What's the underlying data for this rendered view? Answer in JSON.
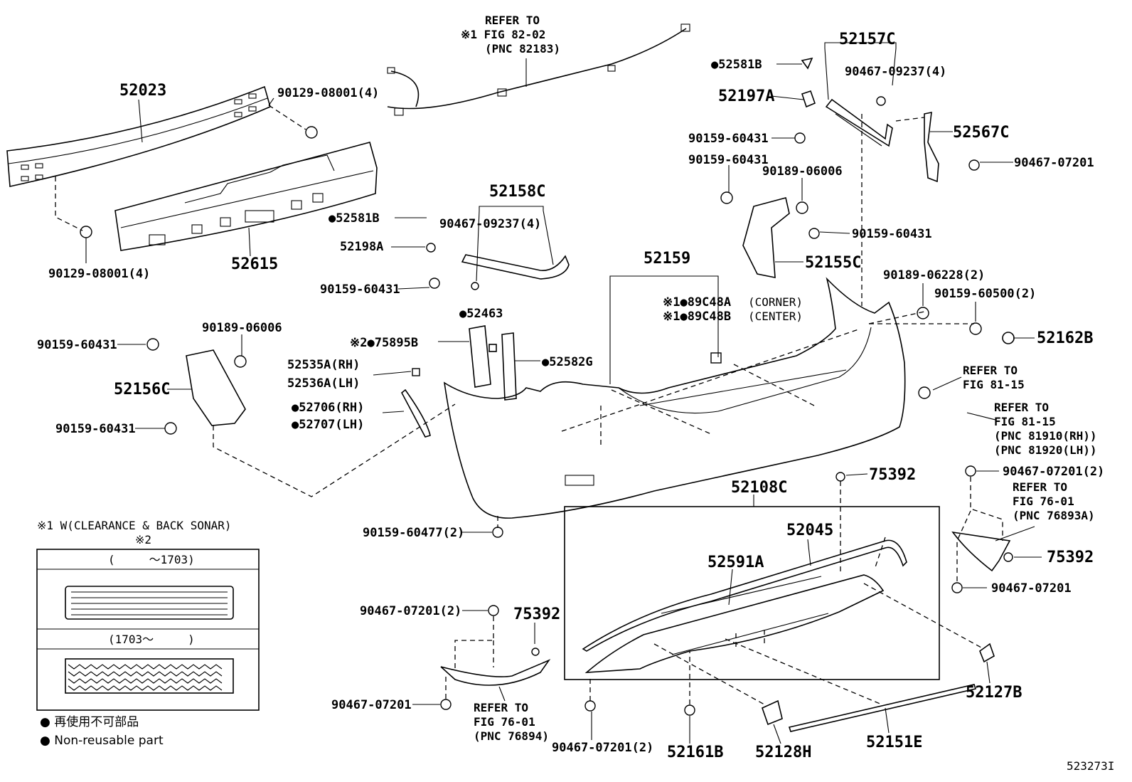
{
  "labels": {
    "p52023": "52023",
    "p90129a": "90129-08001(4)",
    "p90129b": "90129-08001(4)",
    "p52615": "52615",
    "ref82_1": "REFER TO",
    "ref82_2": "※1 FIG 82-02",
    "ref82_3": "(PNC 82183)",
    "p52157C": "52157C",
    "p52581B_top": "●52581B",
    "p90467_09237_top": "90467-09237(4)",
    "p52197A": "52197A",
    "p90159_a": "90159-60431",
    "p52567C": "52567C",
    "p90159_b": "90159-60431",
    "p90189_06006_top": "90189-06006",
    "p90467_07201_r": "90467-07201",
    "p90159_c": "90159-60431",
    "p52155C": "52155C",
    "p52158C": "52158C",
    "p52581B_mid": "●52581B",
    "p90467_09237_mid": "90467-09237(4)",
    "p52198A": "52198A",
    "p90159_d": "90159-60431",
    "p52159": "52159",
    "p89C48A": "※1●89C48A",
    "p89C48A_sub": "(CORNER)",
    "p89C48B": "※1●89C48B",
    "p89C48B_sub": "(CENTER)",
    "p90189_06228": "90189-06228(2)",
    "p90159_60500": "90159-60500(2)",
    "p52162B": "52162B",
    "p52463": "●52463",
    "p75895B": "※2●75895B",
    "p52582G": "●52582G",
    "p90159_e": "90159-60431",
    "p90189_06006_l": "90189-06006",
    "p52156C": "52156C",
    "p90159_f": "90159-60431",
    "p52535A": "52535A(RH)",
    "p52536A": "52536A(LH)",
    "p52706": "●52706(RH)",
    "p52707": "●52707(LH)",
    "ref8115a_1": "REFER TO",
    "ref8115a_2": "FIG 81-15",
    "ref8115b_1": "REFER TO",
    "ref8115b_2": "FIG 81-15",
    "ref8115b_3": "(PNC 81910(RH))",
    "ref8115b_4": "(PNC 81920(LH))",
    "p52108C": "52108C",
    "p75392_top": "75392",
    "p90467_07201_2_r": "90467-07201(2)",
    "ref7601a_1": "REFER TO",
    "ref7601a_2": "FIG 76-01",
    "ref7601a_3": "(PNC 76893A)",
    "p75392_r": "75392",
    "p90467_07201_r2": "90467-07201",
    "p52045": "52045",
    "p52591A": "52591A",
    "p90159_60477": "90159-60477(2)",
    "p90467_07201_2_l": "90467-07201(2)",
    "p75392_l": "75392",
    "p90467_07201_l": "90467-07201",
    "ref7601b_1": "REFER TO",
    "ref7601b_2": "FIG 76-01",
    "ref7601b_3": "(PNC 76894)",
    "p90467_07201_2_b": "90467-07201(2)",
    "p52161B": "52161B",
    "p52128H": "52128H",
    "p52151E": "52151E",
    "p52127B": "52127B",
    "footer_id": "523273I"
  },
  "legend": {
    "title": "※1 W(CLEARANCE & BACK SONAR)",
    "note": "※2",
    "range1": "(　　　～1703)",
    "range2": "(1703～　　　)",
    "nonreuse_jp": "● 再使用不可部品",
    "nonreuse_en": "● Non-reusable part"
  }
}
